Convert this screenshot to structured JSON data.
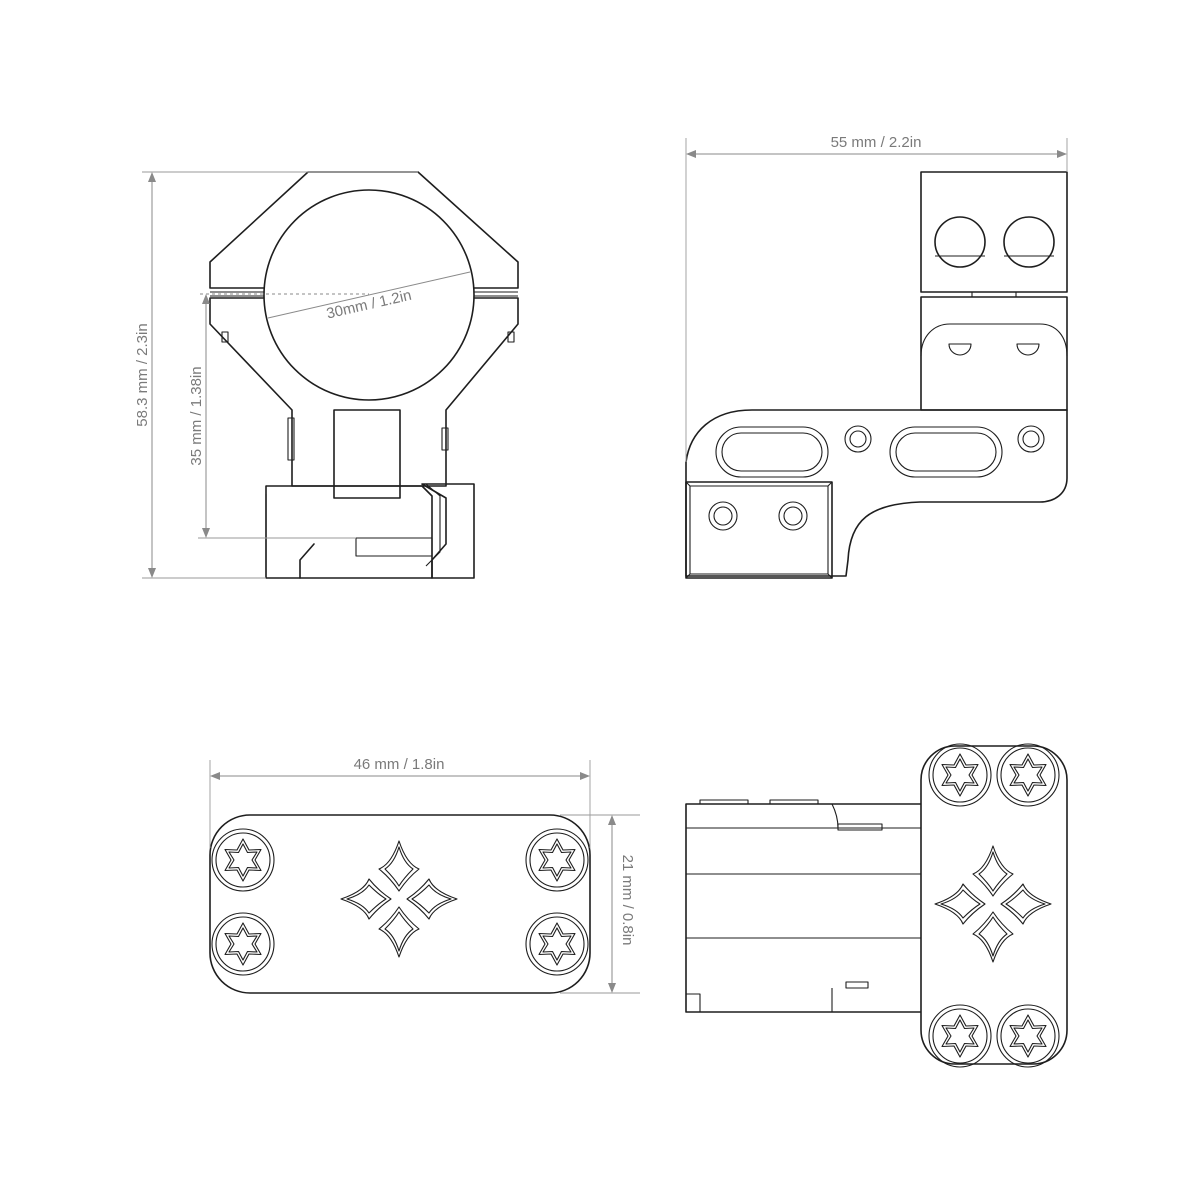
{
  "dimensions": {
    "total_height": "58.3 mm / 2.3in",
    "center_height": "35 mm / 1.38in",
    "ring_diameter": "30mm / 1.2in",
    "length": "55 mm / 2.2in",
    "base_length": "46 mm / 1.8in",
    "base_width": "21 mm / 0.8in"
  },
  "icons": {
    "screw": "torx-screw-icon",
    "logo": "star-logo-icon"
  },
  "colors": {
    "outline": "#1e1e1e",
    "dimension": "#8a8a8a",
    "background": "#ffffff"
  }
}
